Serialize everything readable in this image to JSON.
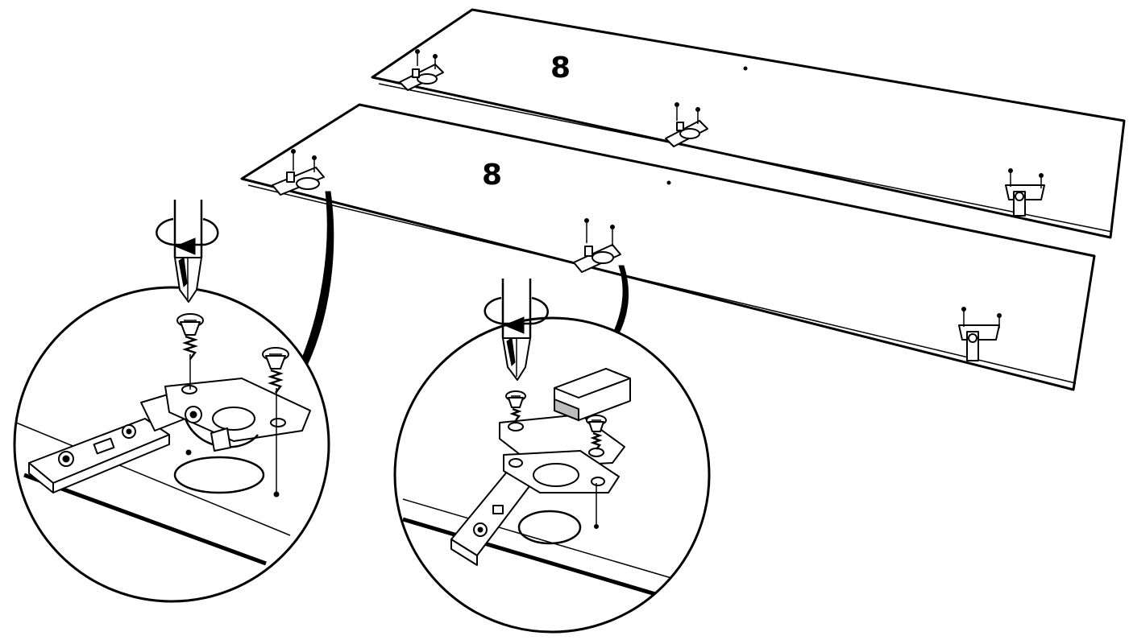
{
  "panels": [
    {
      "id": "top",
      "label": "8",
      "hinge_count": 3
    },
    {
      "id": "front",
      "label": "8",
      "hinge_count": 3
    }
  ],
  "details": [
    {
      "id": "detail-left",
      "subject": "hinge-screw-fastening"
    },
    {
      "id": "detail-right",
      "subject": "hinge-with-mounting-plate"
    }
  ],
  "colors": {
    "ink": "#000000",
    "paper": "#ffffff",
    "shade": "#bdbdbd"
  }
}
